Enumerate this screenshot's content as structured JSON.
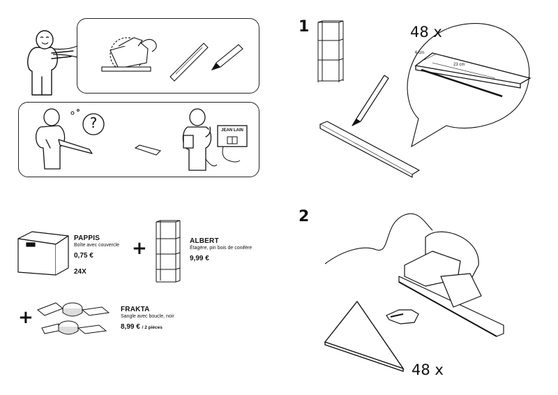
{
  "steps": [
    {
      "number": "1",
      "count": "48 x",
      "dimensions": {
        "width": "6 cm",
        "length": "23 cm"
      }
    },
    {
      "number": "2",
      "count": "48 x"
    }
  ],
  "sign_text": "JEAN LAIN",
  "question_mark": "?",
  "products": [
    {
      "name": "PAPPIS",
      "description": "Boîte avec couvercle",
      "price": "0,75 €",
      "quantity": "24X"
    },
    {
      "name": "ALBERT",
      "description": "Étagère, pin bois de conifère",
      "price": "9,99 €"
    },
    {
      "name": "FRAKTA",
      "description": "Sangle avec boucle, noir",
      "price": "8,99 €",
      "price_note": "/ 2 pièces"
    }
  ],
  "plus_sign": "+"
}
